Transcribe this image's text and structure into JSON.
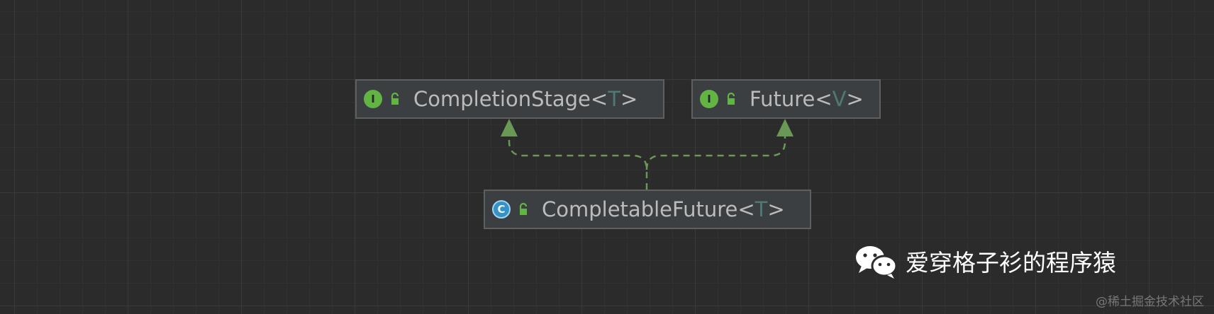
{
  "nodes": {
    "completion_stage": {
      "kind_letter": "I",
      "kind": "interface",
      "name": "CompletionStage",
      "lt": "<",
      "type_param": "T",
      "gt": ">"
    },
    "future": {
      "kind_letter": "I",
      "kind": "interface",
      "name": "Future",
      "lt": "<",
      "type_param": "V",
      "gt": ">"
    },
    "completable_future": {
      "kind_letter": "C",
      "kind": "class",
      "name": "CompletableFuture",
      "lt": "<",
      "type_param": "T",
      "gt": ">"
    }
  },
  "edges": [
    {
      "from": "completable_future",
      "to": "completion_stage",
      "type": "implements"
    },
    {
      "from": "completable_future",
      "to": "future",
      "type": "implements"
    }
  ],
  "colors": {
    "interface_badge": "#62b543",
    "class_badge": "#3592c4",
    "edge": "#6a9955",
    "type_param": "#507874"
  },
  "watermark": {
    "text": "爱穿格子衫的程序猿",
    "icon": "wechat-icon"
  },
  "credit": "@稀土掘金技术社区"
}
